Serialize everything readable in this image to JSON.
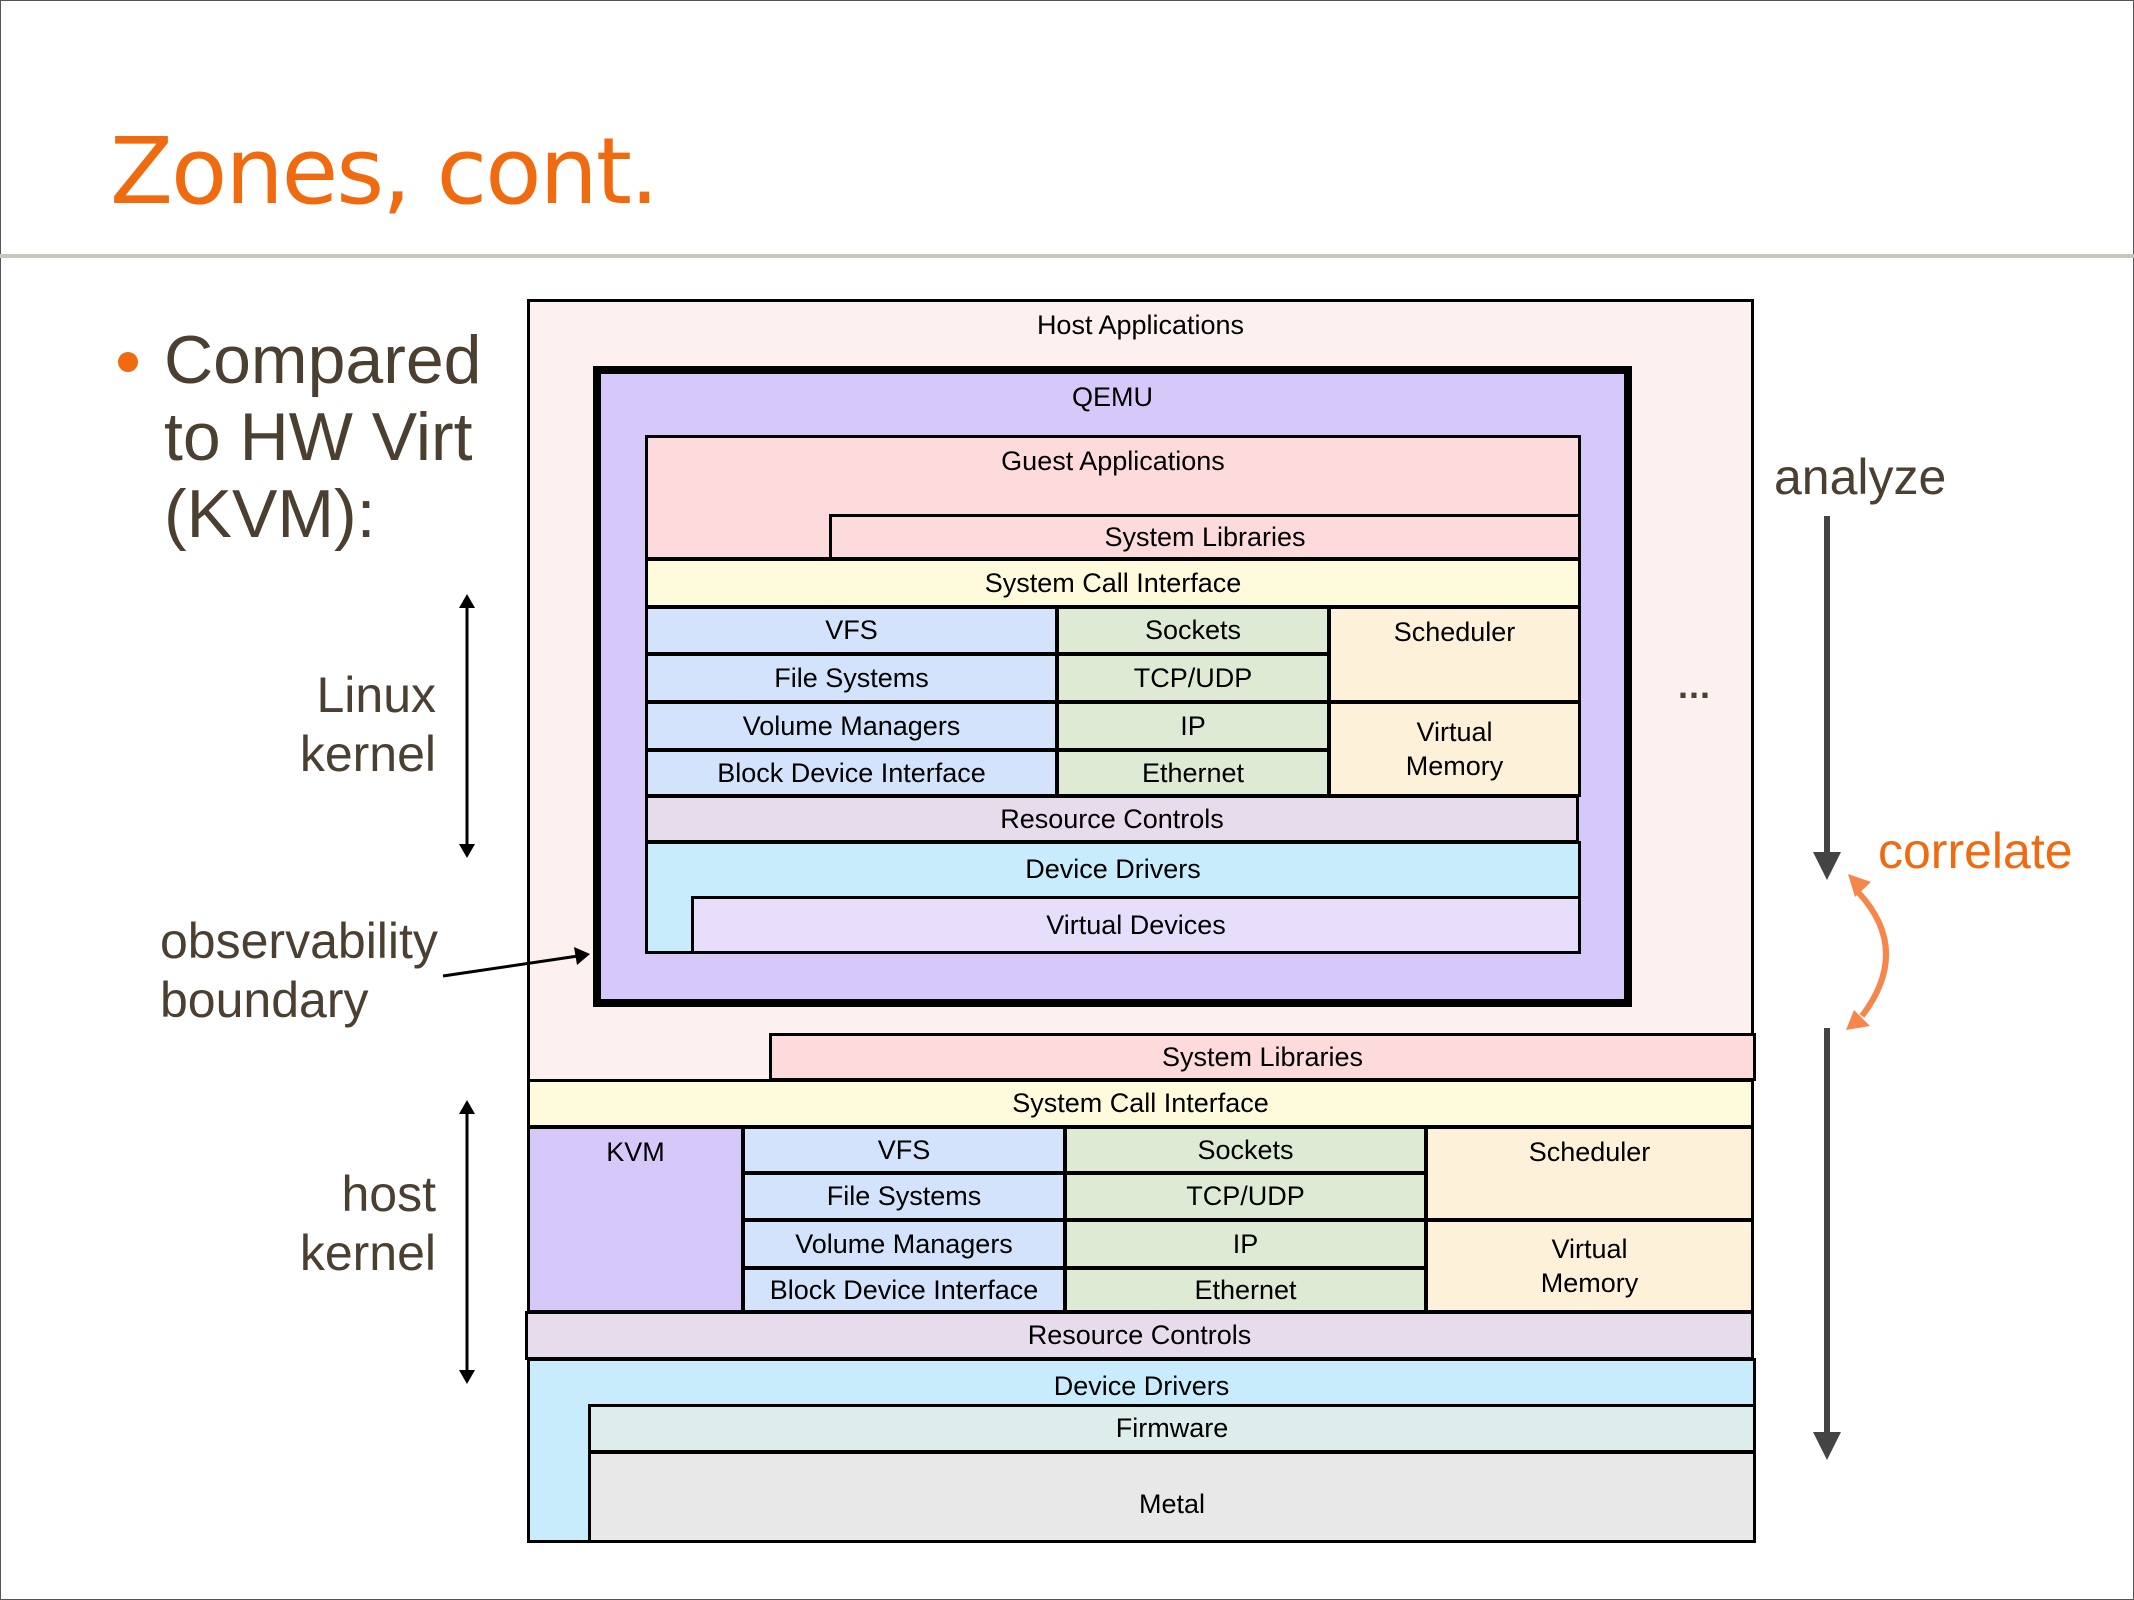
{
  "slide": {
    "title": "Zones, cont.",
    "bullet": "Compared\nto HW Virt\n(KVM):",
    "labels": {
      "linux_kernel": "Linux\nkernel",
      "observability_boundary": "observability\nboundary",
      "host_kernel": "host\nkernel",
      "analyze": "analyze",
      "correlate": "correlate",
      "ellipsis": "..."
    },
    "colors": {
      "accent": "#f06a0f",
      "text": "#4a3f30",
      "correlate_arrow": "#f5874a"
    }
  },
  "diagram": {
    "host_applications": "Host Applications",
    "qemu": "QEMU",
    "guest": {
      "applications": "Guest Applications",
      "system_libraries": "System Libraries",
      "system_call_interface": "System Call Interface",
      "vfs": "VFS",
      "file_systems": "File Systems",
      "volume_managers": "Volume Managers",
      "block_device_interface": "Block Device Interface",
      "sockets": "Sockets",
      "tcp_udp": "TCP/UDP",
      "ip": "IP",
      "ethernet": "Ethernet",
      "scheduler": "Scheduler",
      "virtual_memory": "Virtual\nMemory",
      "resource_controls": "Resource Controls",
      "device_drivers": "Device Drivers",
      "virtual_devices": "Virtual Devices"
    },
    "host": {
      "system_libraries": "System Libraries",
      "system_call_interface": "System Call Interface",
      "kvm": "KVM",
      "vfs": "VFS",
      "file_systems": "File Systems",
      "volume_managers": "Volume Managers",
      "block_device_interface": "Block Device Interface",
      "sockets": "Sockets",
      "tcp_udp": "TCP/UDP",
      "ip": "IP",
      "ethernet": "Ethernet",
      "scheduler": "Scheduler",
      "virtual_memory": "Virtual\nMemory",
      "resource_controls": "Resource Controls",
      "device_drivers": "Device Drivers",
      "firmware": "Firmware",
      "metal": "Metal"
    }
  }
}
